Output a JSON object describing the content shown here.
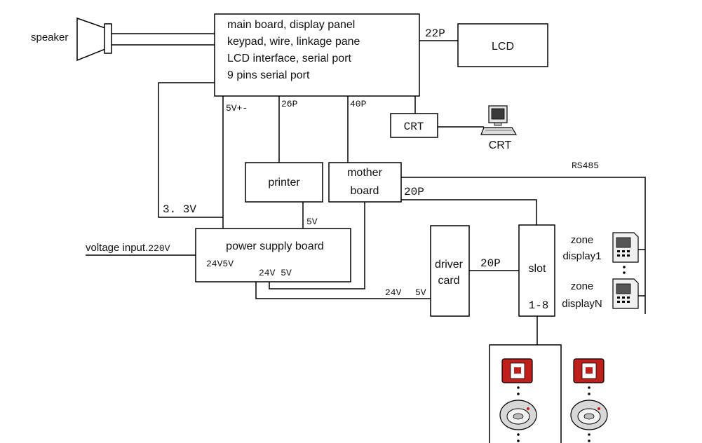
{
  "main_board": {
    "lines": [
      "main board, display panel",
      "keypad, wire, linkage pane",
      "LCD interface, serial port",
      "9 pins serial port"
    ]
  },
  "speaker_label": "speaker",
  "lcd_label": "LCD",
  "label_22p": "22P",
  "crt_box_label": "CRT",
  "crt_computer_label": "CRT",
  "label_5v_pm": "5V+-",
  "label_26p": "26P",
  "label_40p": "40P",
  "printer_label": "printer",
  "mother_board": {
    "line1": "mother",
    "line2": "board"
  },
  "rs485_label": "RS485",
  "label_20p_top": "20P",
  "label_3v3": "3. 3V",
  "label_5v_printer": "5V",
  "voltage_input": {
    "text": "voltage input.",
    "value": "220V"
  },
  "power_supply": {
    "title": "power supply board",
    "label_24v5v": "24V5V",
    "label_24v_5v": "24V  5V"
  },
  "label_24v_bottom": "24V",
  "label_5v_bottom": "5V",
  "driver_card": {
    "line1": "driver",
    "line2": "card"
  },
  "label_20p_mid": "20P",
  "slot": {
    "line1": "slot",
    "line2": "1-8"
  },
  "zone_display_1": {
    "line1": "zone",
    "line2": "display1"
  },
  "zone_display_n": {
    "line1": "zone",
    "line2": "displayN"
  },
  "colors": {
    "line": "#000000",
    "module_red": "#c0201c",
    "detector_gray": "#d8d8d8"
  },
  "icons": [
    "speaker-icon",
    "computer-icon",
    "zone-display-icon",
    "module-icon",
    "smoke-detector-icon"
  ]
}
